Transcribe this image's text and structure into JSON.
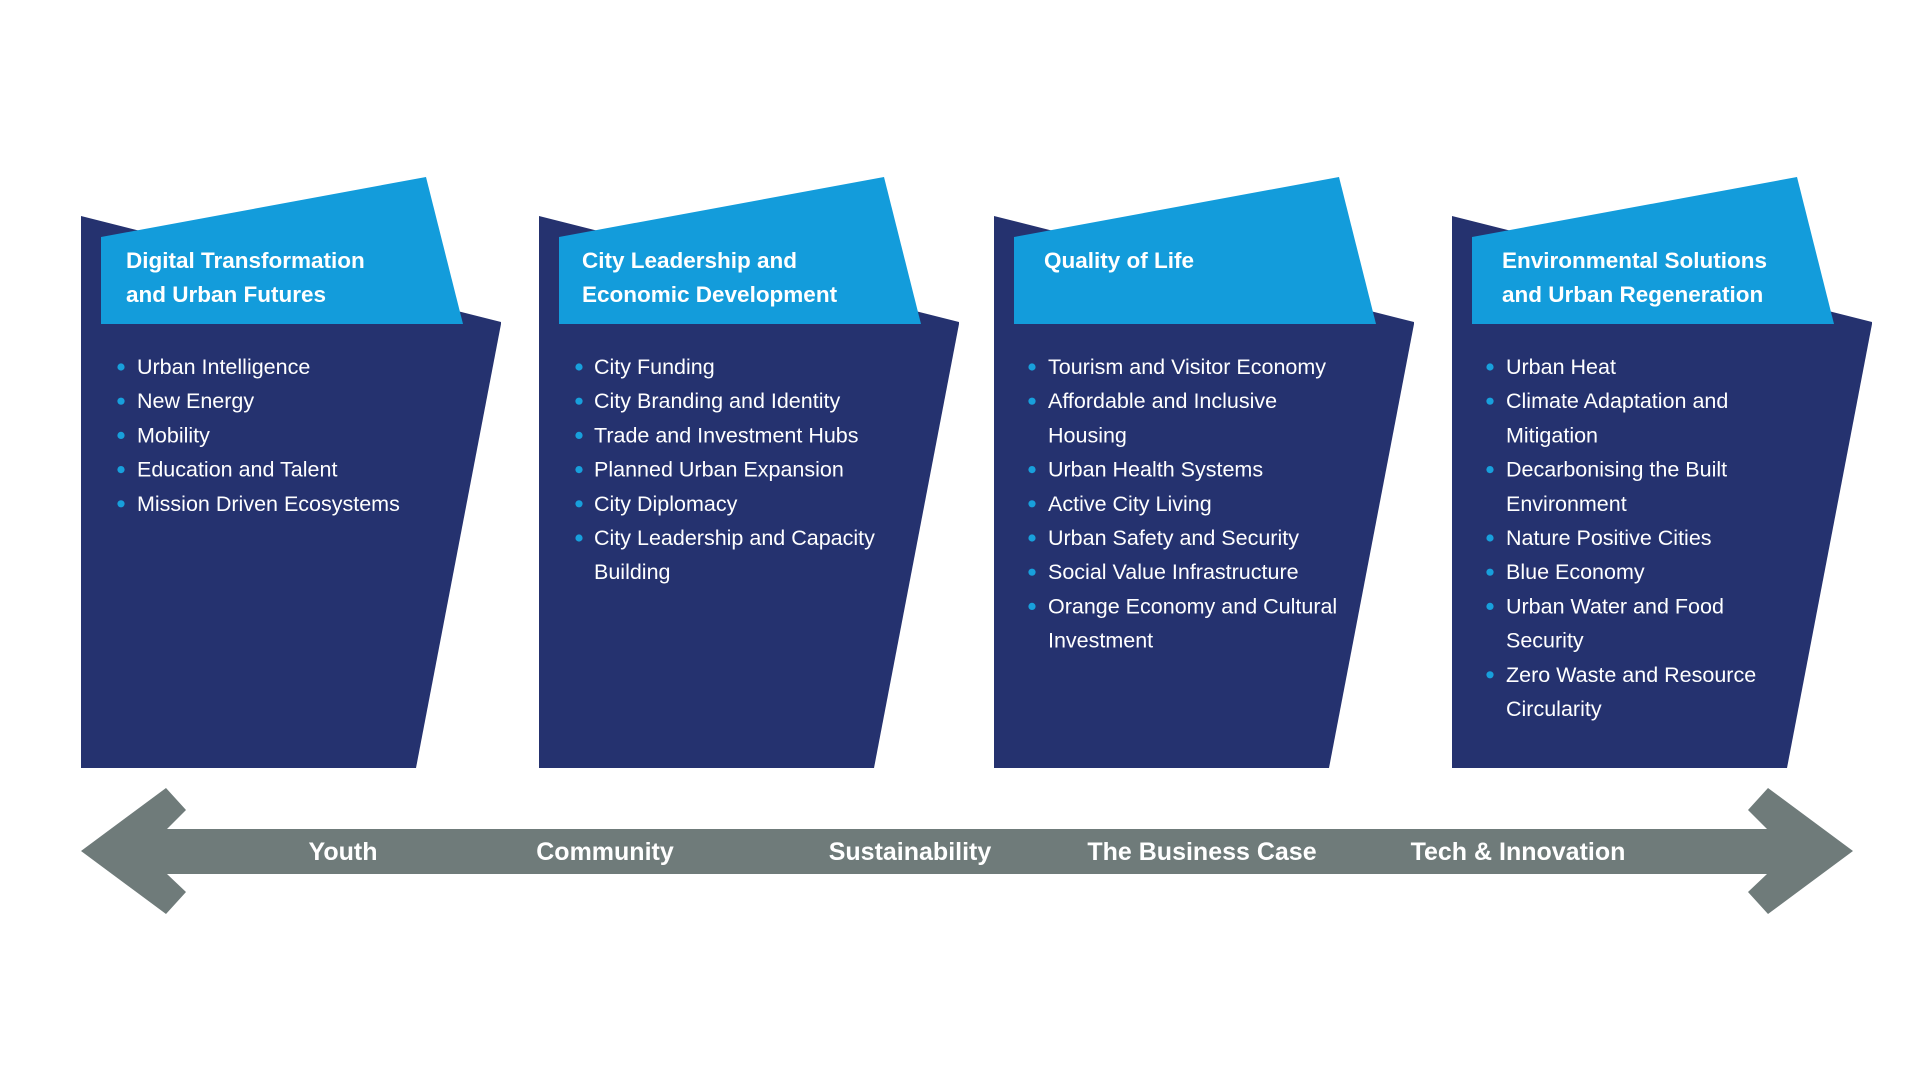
{
  "colors": {
    "card_body": "#25326f",
    "card_header": "#139cdb",
    "bullet": "#18a0dc",
    "arrow": "#6f7b7a",
    "text": "#ffffff",
    "background": "#ffffff"
  },
  "cards": [
    {
      "title_lines": [
        "Digital Transformation",
        "and Urban Futures"
      ],
      "items": [
        [
          "Urban Intelligence"
        ],
        [
          "New Energy"
        ],
        [
          "Mobility"
        ],
        [
          "Education and Talent"
        ],
        [
          "Mission Driven Ecosystems"
        ]
      ]
    },
    {
      "title_lines": [
        "City Leadership and",
        "Economic Development"
      ],
      "items": [
        [
          "City Funding"
        ],
        [
          "City Branding and Identity"
        ],
        [
          "Trade and Investment Hubs"
        ],
        [
          "Planned Urban Expansion"
        ],
        [
          "City Diplomacy"
        ],
        [
          "City Leadership and Capacity",
          "Building"
        ]
      ]
    },
    {
      "title_lines": [
        "Quality of Life"
      ],
      "items": [
        [
          "Tourism and Visitor Economy"
        ],
        [
          "Affordable and Inclusive",
          "Housing"
        ],
        [
          "Urban Health Systems"
        ],
        [
          "Active City Living"
        ],
        [
          "Urban Safety and Security"
        ],
        [
          "Social Value Infrastructure"
        ],
        [
          "Orange Economy and Cultural",
          "Investment"
        ]
      ]
    },
    {
      "title_lines": [
        "Environmental Solutions",
        "and Urban Regeneration"
      ],
      "items": [
        [
          "Urban Heat"
        ],
        [
          "Climate Adaptation and",
          "Mitigation"
        ],
        [
          "Decarbonising the Built",
          "Environment"
        ],
        [
          "Nature Positive Cities"
        ],
        [
          "Blue Economy"
        ],
        [
          "Urban Water and Food",
          "Security"
        ],
        [
          "Zero Waste and Resource",
          "Circularity"
        ]
      ]
    }
  ],
  "arrow": {
    "labels": [
      "Youth",
      "Community",
      "Sustainability",
      "The Business Case",
      "Tech & Innovation"
    ]
  }
}
